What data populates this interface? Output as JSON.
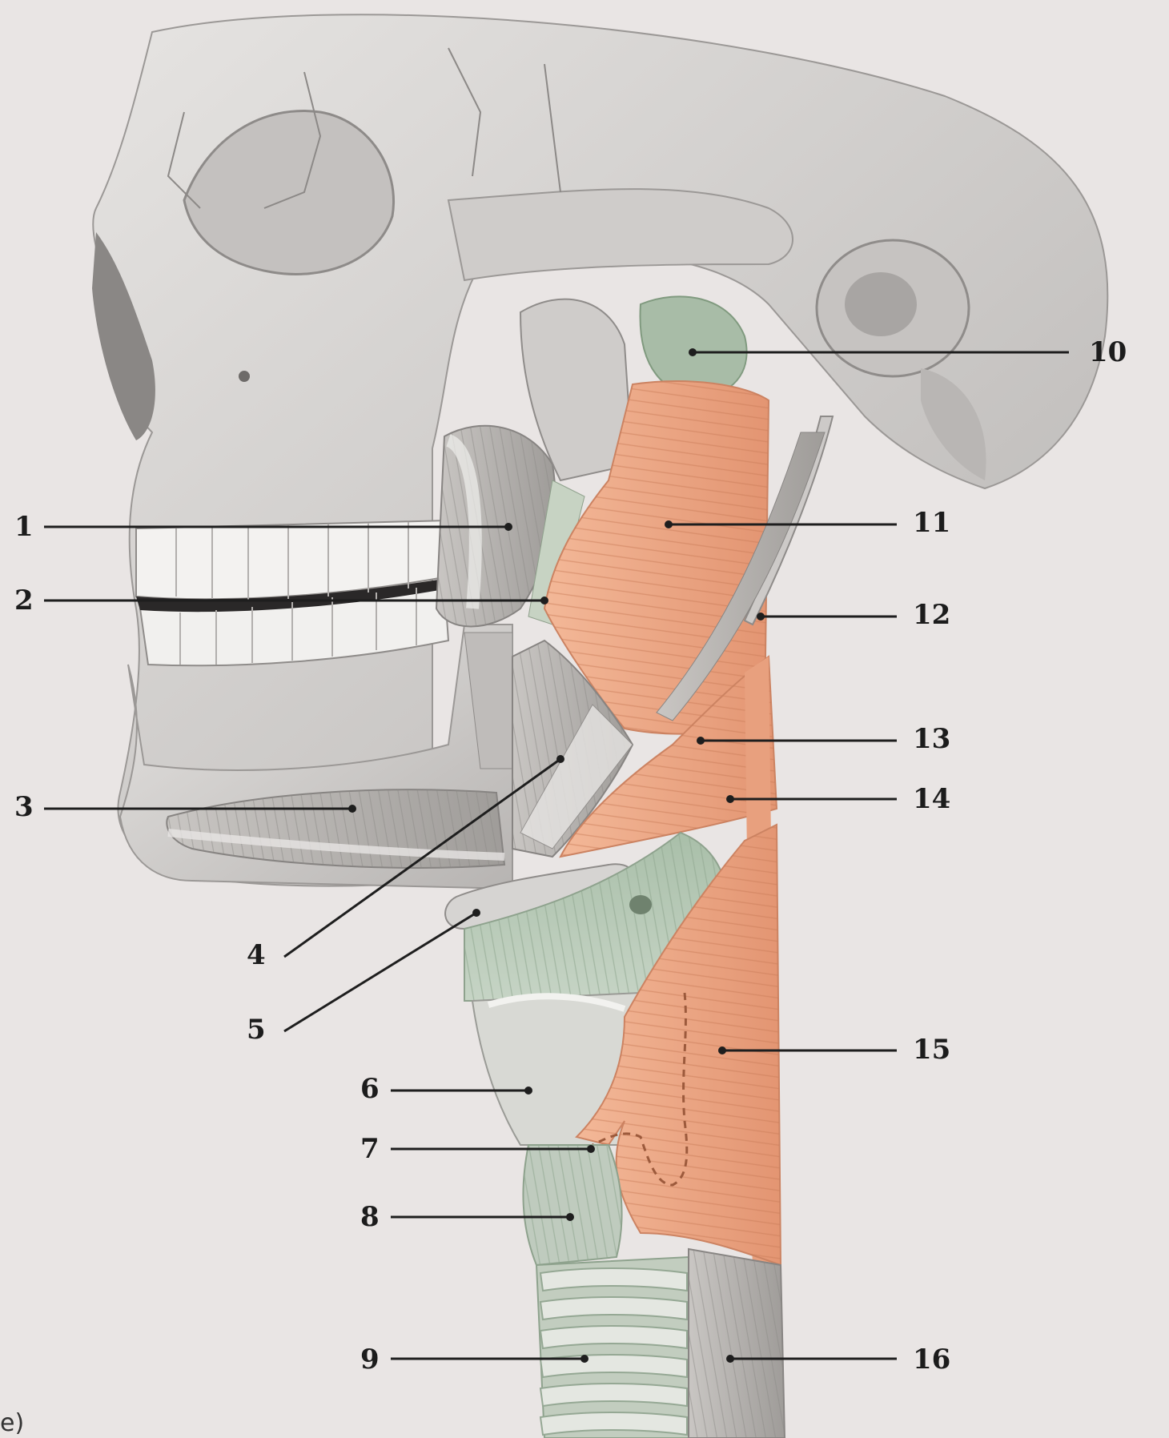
{
  "panel_label": "e)",
  "labels": [
    "1",
    "2",
    "3",
    "4",
    "5",
    "6",
    "7",
    "8",
    "9",
    "10",
    "11",
    "12",
    "13",
    "14",
    "15",
    "16"
  ],
  "colors": {
    "background": "#e9e5e4",
    "bone": "#d4d2d0",
    "bone_shade": "#a9a6a4",
    "muscle_orange": "#eea583",
    "muscle_orange_dark": "#d98a68",
    "muscle_grey": "#bdbab7",
    "tissue_green": "#b7c8b7",
    "cartilage": "#d9dcd6",
    "leader_line": "#1e1e1e"
  }
}
